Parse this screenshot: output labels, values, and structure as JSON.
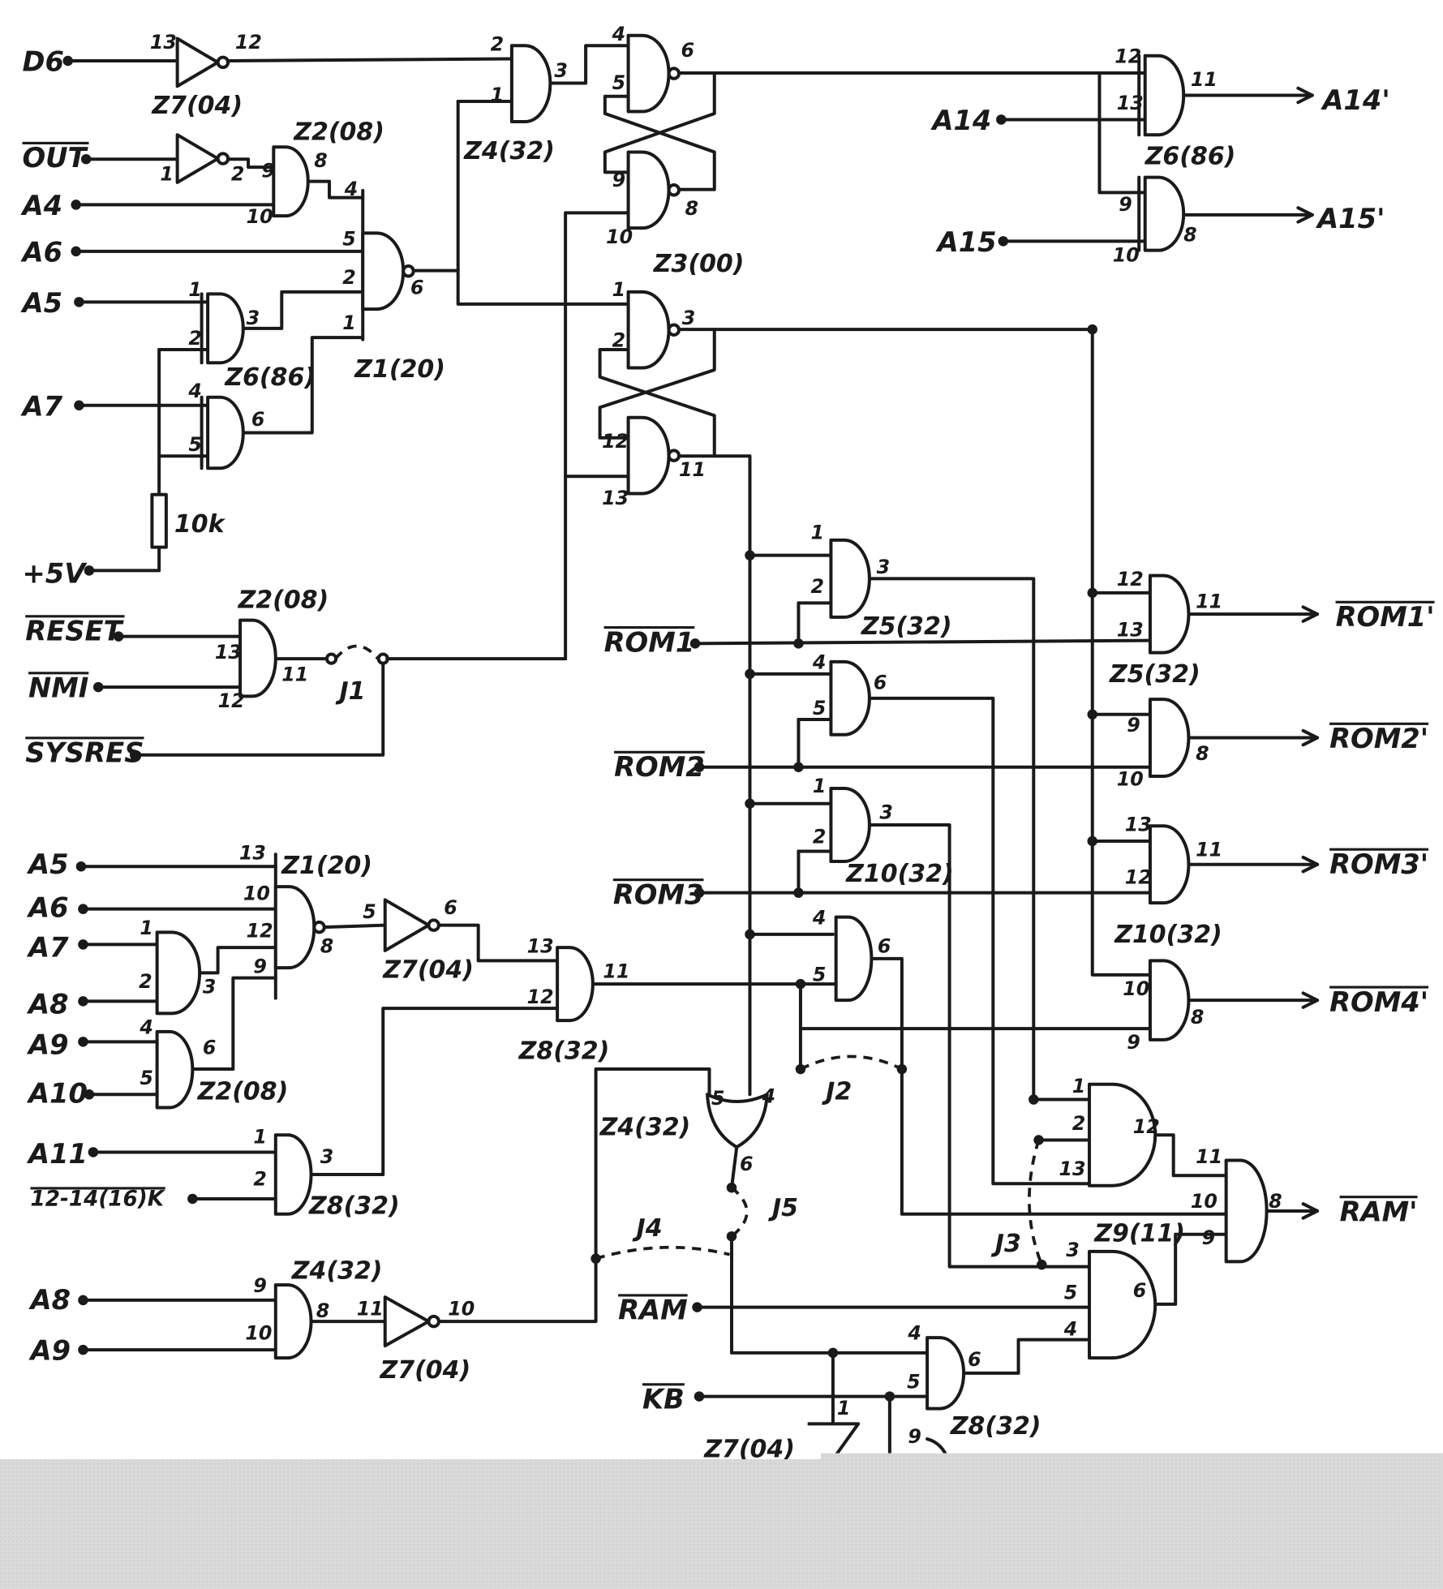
{
  "colors": {
    "ink": "#1a1a1a",
    "paper": "#ffffff",
    "mask": "#d9d9d9"
  },
  "signals": [
    {
      "label": "D6",
      "active_low": false
    },
    {
      "label": "OUT",
      "active_low": true
    },
    {
      "label": "A4",
      "active_low": false
    },
    {
      "label": "A6",
      "active_low": false
    },
    {
      "label": "A5",
      "active_low": false
    },
    {
      "label": "A7",
      "active_low": false
    },
    {
      "label": "+5V",
      "active_low": false
    },
    {
      "label": "RESET",
      "active_low": true
    },
    {
      "label": "NMI",
      "active_low": true
    },
    {
      "label": "SYSRES",
      "active_low": true
    },
    {
      "label": "A14",
      "active_low": false
    },
    {
      "label": "A15",
      "active_low": false
    },
    {
      "label": "A14'",
      "active_low": false
    },
    {
      "label": "A15'",
      "active_low": false
    },
    {
      "label": "ROM1",
      "active_low": true
    },
    {
      "label": "ROM2",
      "active_low": true
    },
    {
      "label": "ROM3",
      "active_low": true
    },
    {
      "label": "ROM1'",
      "active_low": true
    },
    {
      "label": "ROM2'",
      "active_low": true
    },
    {
      "label": "ROM3'",
      "active_low": true
    },
    {
      "label": "ROM4'",
      "active_low": true
    },
    {
      "label": "A5",
      "active_low": false
    },
    {
      "label": "A6",
      "active_low": false
    },
    {
      "label": "A7",
      "active_low": false
    },
    {
      "label": "A8",
      "active_low": false
    },
    {
      "label": "A9",
      "active_low": false
    },
    {
      "label": "A10",
      "active_low": false
    },
    {
      "label": "A11",
      "active_low": false
    },
    {
      "label": "12-14(16)K",
      "active_low": true
    },
    {
      "label": "A8",
      "active_low": false
    },
    {
      "label": "A9",
      "active_low": false
    },
    {
      "label": "RAM",
      "active_low": true
    },
    {
      "label": "KB",
      "active_low": true
    },
    {
      "label": "RAM'",
      "active_low": true
    }
  ],
  "gate_labels": [
    "Z7(04)",
    "Z2(08)",
    "Z4(32)",
    "Z1(20)",
    "Z6(86)",
    "Z3(00)",
    "Z6(86)",
    "Z2(08)",
    "Z5(32)",
    "Z5(32)",
    "Z10(32)",
    "Z10(32)",
    "Z1(20)",
    "Z7(04)",
    "Z2(08)",
    "Z8(32)",
    "Z8(32)",
    "Z4(32)",
    "Z4(32)",
    "Z7(04)",
    "Z9(11)",
    "Z8(32)",
    "Z7(04)"
  ],
  "jumpers": [
    "J1",
    "J2",
    "J3",
    "J4",
    "J5"
  ],
  "resistor": "10k",
  "pin_numbers": [
    "13",
    "12",
    "1",
    "2",
    "9",
    "8",
    "10",
    "4",
    "5",
    "2",
    "1",
    "6",
    "1",
    "2",
    "3",
    "4",
    "5",
    "6",
    "2",
    "1",
    "3",
    "4",
    "5",
    "6",
    "9",
    "8",
    "10",
    "1",
    "2",
    "3",
    "12",
    "13",
    "11",
    "13",
    "11",
    "12",
    "12",
    "11",
    "13",
    "9",
    "8",
    "10",
    "1",
    "3",
    "2",
    "4",
    "6",
    "5",
    "1",
    "3",
    "2",
    "4",
    "6",
    "5",
    "12",
    "11",
    "13",
    "9",
    "8",
    "10",
    "13",
    "11",
    "12",
    "10",
    "8",
    "9",
    "13",
    "10",
    "12",
    "9",
    "1",
    "2",
    "3",
    "4",
    "6",
    "5",
    "8",
    "5",
    "6",
    "13",
    "12",
    "11",
    "1",
    "2",
    "3",
    "9",
    "10",
    "8",
    "11",
    "10",
    "5",
    "4",
    "6",
    "1",
    "2",
    "13",
    "12",
    "11",
    "10",
    "9",
    "8",
    "3",
    "5",
    "4",
    "6",
    "4",
    "5",
    "6",
    "1",
    "9"
  ]
}
